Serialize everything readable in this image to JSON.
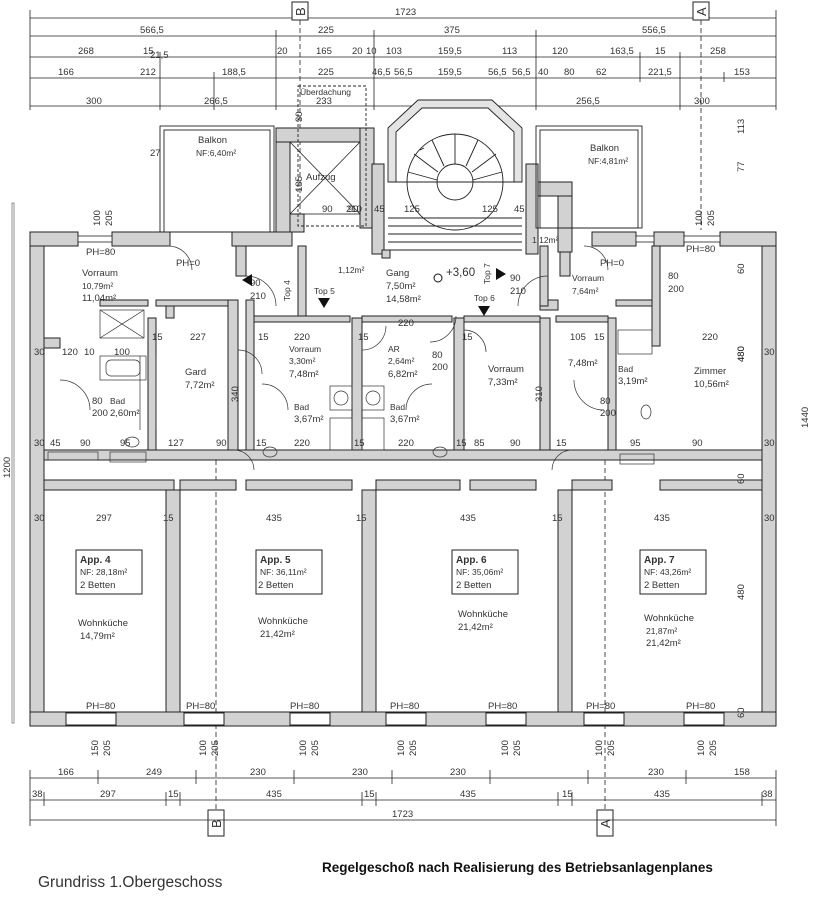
{
  "dims_top": {
    "row1": [
      "1723"
    ],
    "row2": [
      "566,5",
      "225",
      "375",
      "556,5"
    ],
    "row3": [
      "268",
      "15",
      "21,5",
      "20",
      "165",
      "20",
      "10",
      "103",
      "159,5",
      "113",
      "120",
      "163,5",
      "15",
      "258"
    ],
    "row4": [
      "166",
      "212",
      "188,5",
      "225",
      "46,5",
      "56,5",
      "159,5",
      "56,5",
      "56,5",
      "40",
      "80",
      "62",
      "221,5",
      "153"
    ],
    "row5": [
      "300",
      "266,5",
      "233",
      "256,5",
      "300"
    ]
  },
  "dims_bottom": {
    "row1": [
      "166",
      "249",
      "230",
      "230",
      "230",
      "230",
      "158"
    ],
    "row2": [
      "38",
      "297",
      "15",
      "435",
      "15",
      "435",
      "15",
      "435",
      "38"
    ],
    "row3": [
      "1723"
    ]
  },
  "dims_left": [
    "1200"
  ],
  "dims_right": [
    "1440",
    "480",
    "480",
    "113",
    "77",
    "60",
    "60",
    "60"
  ],
  "section_marks": {
    "b_top": "B",
    "a_top": "A",
    "b_bottom": "B",
    "a_bottom": "A"
  },
  "rooms": {
    "balkon_left": {
      "name": "Balkon",
      "area": "NF:6,40m²"
    },
    "balkon_right": {
      "name": "Balkon",
      "area": "NF:4,81m²"
    },
    "aufzug": "Aufzug",
    "ueberdachung": "Überdachung",
    "gang": {
      "name": "Gang",
      "a1": "7,50m²",
      "a2": "14,58m²"
    },
    "level": "+3,60",
    "vorraum_l": {
      "name": "Vorraum",
      "a1": "10,79m²",
      "a2": "11,04m²"
    },
    "vorraum_r": {
      "name": "Vorraum",
      "a1": "7,64m²"
    },
    "gard": {
      "name": "Gard",
      "area": "7,72m²"
    },
    "vorraum_5": {
      "name": "Vorraum",
      "a1": "3,30m²",
      "a2": "7,48m²"
    },
    "ar": {
      "name": "AR",
      "a1": "2,64m²",
      "a2": "6,82m²"
    },
    "vorraum_6": {
      "name": "Vorraum",
      "area": "7,33m²"
    },
    "bad_4": {
      "name": "Bad",
      "area": "2,60m²"
    },
    "bad_5": {
      "name": "Bad",
      "area": "3,67m²"
    },
    "bad_6": {
      "name": "Bad",
      "area": "3,67m²"
    },
    "bad_7": {
      "name": "Bad",
      "area": "3,19m²"
    },
    "small_7": "7,48m²",
    "zimmer": {
      "name": "Zimmer",
      "area": "10,56m²"
    },
    "small_1": "1,12m²",
    "small_2": "1,12m²"
  },
  "tops": {
    "top5": "Top 5",
    "top6": "Top 6",
    "top4": "Top 4",
    "top7": "Top 7"
  },
  "apartments": [
    {
      "title": "App. 4",
      "nf": "NF: 28,18m²",
      "betten": "2 Betten",
      "room": "Wohnküche",
      "area": "14,79m²",
      "area2": ""
    },
    {
      "title": "App. 5",
      "nf": "NF: 36,11m²",
      "betten": "2 Betten",
      "room": "Wohnküche",
      "area": "21,42m²",
      "area2": ""
    },
    {
      "title": "App. 6",
      "nf": "NF: 35,06m²",
      "betten": "2 Betten",
      "room": "Wohnküche",
      "area": "21,42m²",
      "area2": ""
    },
    {
      "title": "App. 7",
      "nf": "NF: 43,26m²",
      "betten": "2 Betten",
      "room": "Wohnküche",
      "area": "21,87m²",
      "area2": "21,42m²"
    }
  ],
  "ph": "PH=80",
  "ph0": "PH=0",
  "inner_dims": {
    "row_a": [
      "30",
      "120",
      "10",
      "100",
      "15",
      "227",
      "15",
      "220",
      "15",
      "220",
      "15",
      "105",
      "15",
      "220",
      "30"
    ],
    "row_b": [
      "30",
      "45",
      "90",
      "95",
      "127",
      "90",
      "15",
      "220",
      "15",
      "220",
      "15",
      "85",
      "90",
      "15",
      "95",
      "90",
      "30"
    ],
    "row_c": [
      "30",
      "297",
      "15",
      "435",
      "15",
      "435",
      "15",
      "435",
      "30"
    ],
    "vert": [
      "100",
      "205",
      "150",
      "205",
      "100",
      "205",
      "100",
      "205",
      "100",
      "205",
      "100",
      "205"
    ],
    "misc": [
      "90",
      "210",
      "80",
      "200",
      "45",
      "125",
      "125",
      "45",
      "90",
      "30",
      "340",
      "310",
      "480",
      "120",
      "60",
      "185",
      "30",
      "27"
    ]
  },
  "footer": {
    "left": "Grundriss 1.Obergeschoss",
    "right": "Regelgeschoß nach Realisierung des Betriebsanlagenplanes"
  }
}
